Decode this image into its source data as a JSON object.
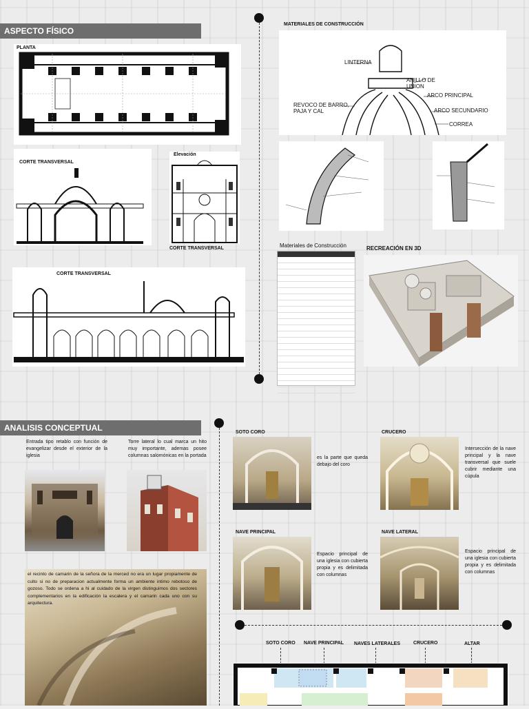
{
  "top": {
    "section_title": "ASPECTO FÍSICO",
    "planta_label": "PLANTA",
    "corte1_label": "CORTE TRANSVERSAL",
    "elevacion_label": "Elevación",
    "corte2_label": "CORTE TRANSVERSAL",
    "corte3_label": "CORTE TRANSVERSAL",
    "materiales_label": "MATERIALES DE CONSTRUCCIÓN",
    "cupola_labels": [
      "LINTERNA",
      "ANILLO DE UNION",
      "ARCO PRINCIPAL",
      "REVOCO DE BARRO, PAJA Y CAL",
      "ARCO SECUNDARIO",
      "CORREA"
    ],
    "tabla_label": "Materiales de Construcción",
    "recreacion_label": "RECREACIÓN EN 3D"
  },
  "bottom": {
    "section_title": "ANALISIS CONCEPTUAL",
    "text_entrada": "Entrada tipo retablo con función de evangelizar desde el exterior de la iglesia",
    "text_torre": "Torre lateral lo cual marca un hito muy importante, ademas posee columnas salomónicas en la portada",
    "text_camarin": "el recinto de camarin de la señora de la merced no era un lugar propiamente de culto si no de preparacion actualmente forma un ambiente intimo rebotoso de gozoso. Todo se ordena a hi al cuidado de la virgen distinguimos dos sectores complementarios en la edificación la escalera y el camarin cada uno con su arquitectura.",
    "soto_coro_title": "SOTO CORO",
    "soto_coro_text": "es la parte que queda debajo del coro",
    "crucero_title": "CRUCERO",
    "crucero_text": "Intersección de la nave principal y la nave transversal que suele cubrir mediante una cúpula",
    "nave_principal_title": "NAVE PRINCIPAL",
    "nave_principal_text": "Espacio principal de una iglesia con cubierta propia y es delimitada con columnas",
    "nave_lateral_title": "NAVE LATERAL",
    "nave_lateral_text": "Espacio principal de una iglesia con cubierta propia y es delimitada con columnas",
    "plan_labels": [
      "SOTO CORO",
      "NAVE PRINCIPAL",
      "NAVES LATERALES",
      "CRUCERO",
      "ALTAR"
    ]
  },
  "colors": {
    "header_bg": "#6e6e6e",
    "accent_dots": "#111111"
  }
}
